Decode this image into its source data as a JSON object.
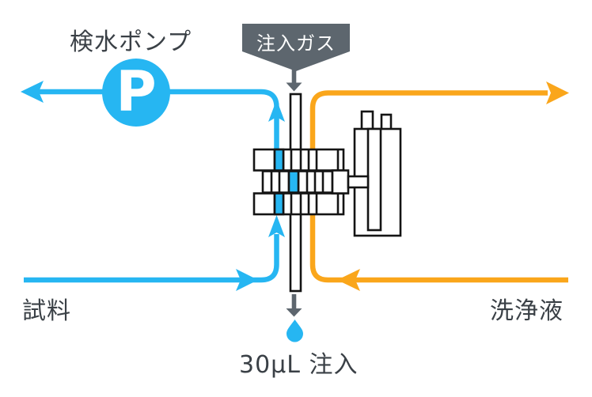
{
  "labels": {
    "pump": "検水ポンプ",
    "pump_symbol": "P",
    "injection_gas": "注入ガス",
    "sample": "試料",
    "washing_solution": "洗浄液",
    "injection_volume": "30μL 注入"
  },
  "colors": {
    "sample_line": "#26B6F2",
    "washing_line": "#FAA61B",
    "callout_gray": "#5D666E",
    "label_text": "#3A4046",
    "outline_black": "#141414"
  }
}
